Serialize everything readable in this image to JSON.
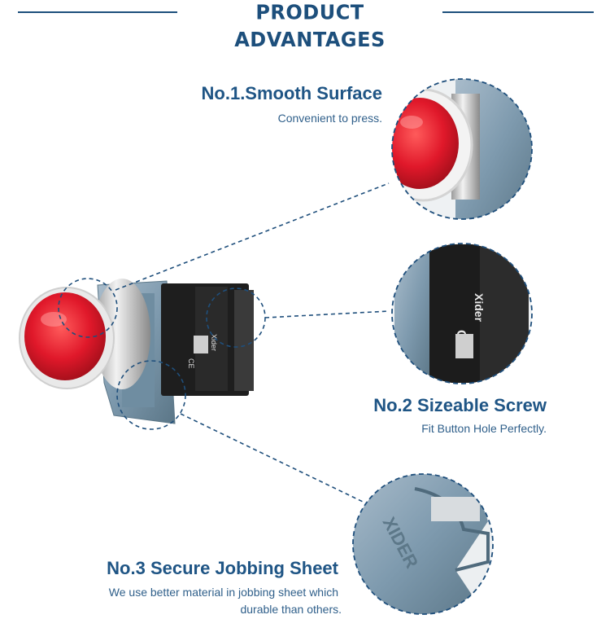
{
  "header": {
    "title": "PRODUCT ADVANTAGES"
  },
  "features": [
    {
      "title": "No.1.Smooth Surface",
      "desc": "Convenient to press."
    },
    {
      "title": "No.2 Sizeable Screw",
      "desc": "Fit Button Hole Perfectly."
    },
    {
      "title": "No.3 Secure Jobbing Sheet",
      "desc_line1": "We use better material in jobbing sheet which",
      "desc_line2": "durable than others."
    }
  ],
  "product": {
    "brand_mark": "Xider",
    "ce_mark": "CE",
    "embossed_text": "XIDER"
  },
  "colors": {
    "accent": "#1d4f7c",
    "button_red": "#e0182a",
    "metal": "#7e9aae"
  }
}
